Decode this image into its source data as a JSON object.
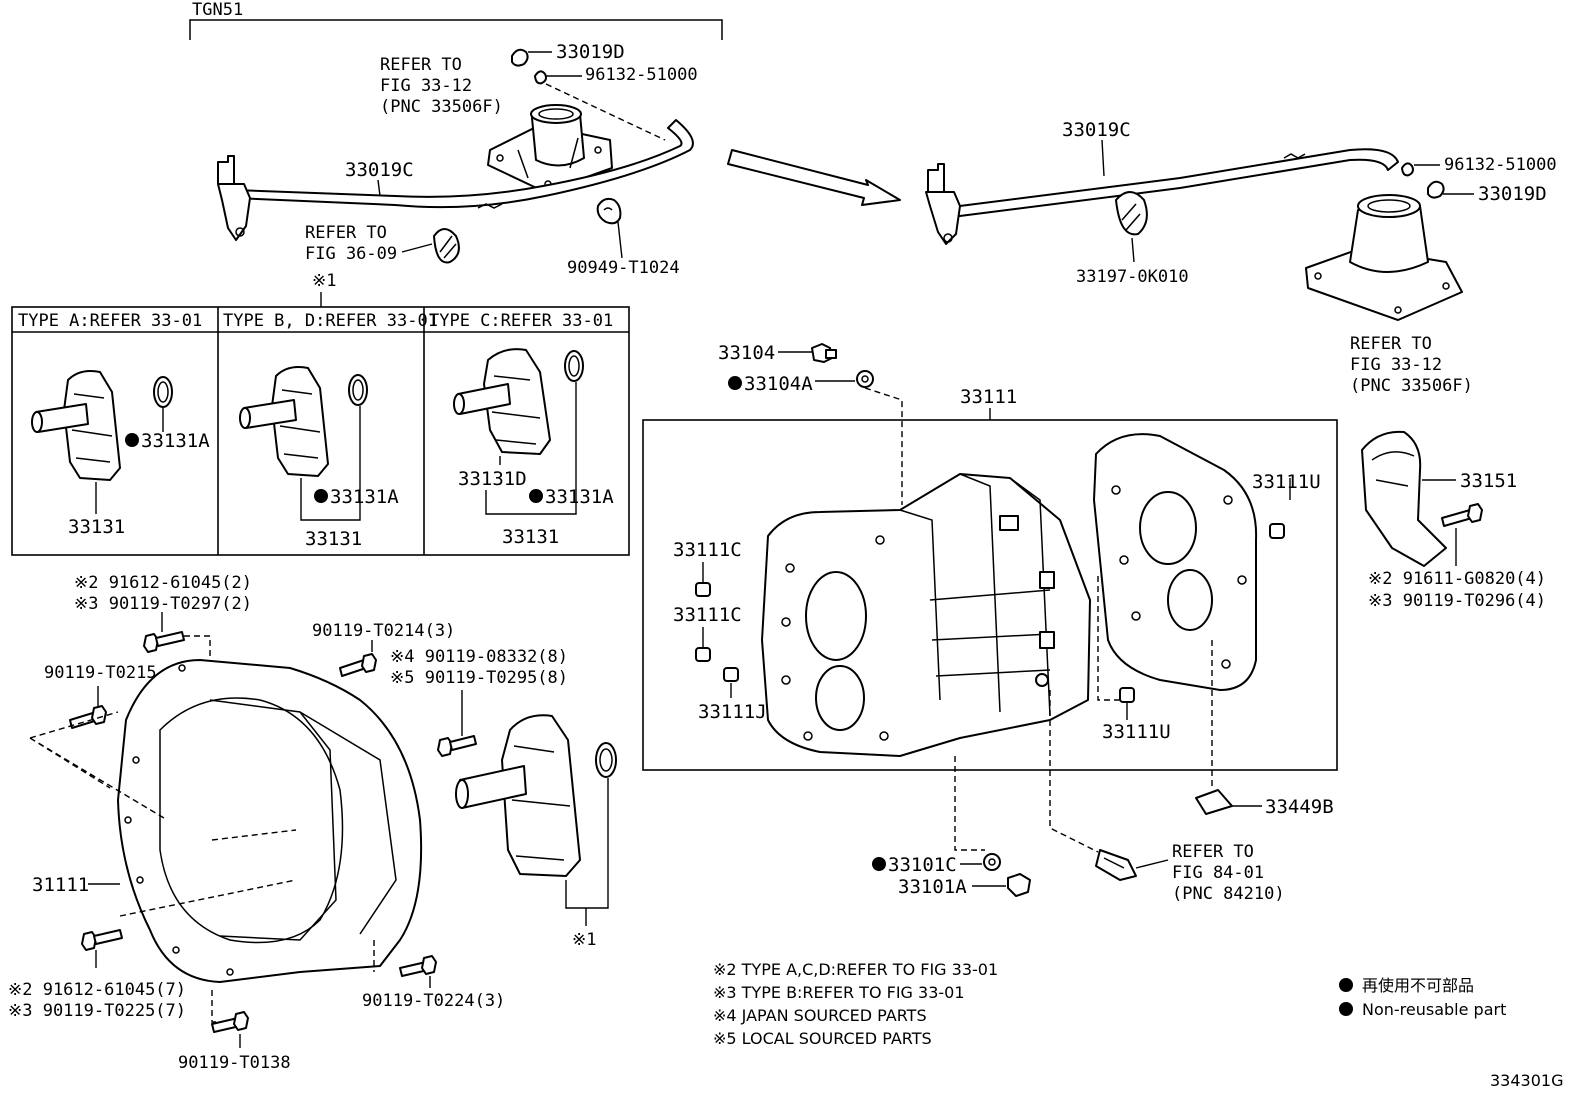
{
  "labels": {
    "tgn51": "TGN51",
    "p33019d_a": "33019D",
    "p96132_a": "96132-51000",
    "refer_33_12_a1": "REFER TO",
    "refer_33_12_a2": "FIG 33-12",
    "refer_33_12_a3": "(PNC 33506F)",
    "p33019c_a": "33019C",
    "refer_36_09_1": "REFER TO",
    "refer_36_09_2": "FIG 36-09",
    "p90949": "90949-T1024",
    "note1_a": "※1",
    "p33019c_b": "33019C",
    "p96132_b": "96132-51000",
    "p33019d_b": "33019D",
    "p33197": "33197-0K010",
    "refer_33_12_b1": "REFER TO",
    "refer_33_12_b2": "FIG 33-12",
    "refer_33_12_b3": "(PNC 33506F)",
    "type_a": "TYPE  A:REFER  33-01",
    "type_bd": "TYPE  B, D:REFER  33-01",
    "type_c": "TYPE  C:REFER  33-01",
    "p33131a_1": "33131A",
    "p33131_1": "33131",
    "p33131a_2": "33131A",
    "p33131_2": "33131",
    "p33131d": "33131D",
    "p33131a_3": "33131A",
    "p33131_3": "33131",
    "p33104": "33104",
    "p33104a": "33104A",
    "p33111": "33111",
    "p33111u_1": "33111U",
    "p33111c_1": "33111C",
    "p33111c_2": "33111C",
    "p33111j": "33111J",
    "p33111u_2": "33111U",
    "p33151": "33151",
    "p291611": "※2 91611-G0820(4)",
    "p390119_t0296": "※3 90119-T0296(4)",
    "p291612_2": "※2 91612-61045(2)",
    "p390119_t0297": "※3 90119-T0297(2)",
    "p90119_t0214": "90119-T0214(3)",
    "p90119_t0215": "90119-T0215",
    "p490119_08332": "※4 90119-08332(8)",
    "p590119_t0295": "※5 90119-T0295(8)",
    "p31111": "31111",
    "note1_b": "※1",
    "p291612_7": "※2 91612-61045(7)",
    "p390119_t0225": "※3 90119-T0225(7)",
    "p90119_t0224": "90119-T0224(3)",
    "p90119_t0138": "90119-T0138",
    "p33449b": "33449B",
    "refer_84_01_1": "REFER TO",
    "refer_84_01_2": "FIG 84-01",
    "refer_84_01_3": "(PNC 84210)",
    "p33101c": "33101C",
    "p33101a": "33101A"
  },
  "footnotes": [
    "※2 TYPE A,C,D:REFER TO FIG 33-01",
    "※3 TYPE B:REFER TO FIG 33-01",
    "※4 JAPAN SOURCED PARTS",
    "※5 LOCAL SOURCED PARTS"
  ],
  "legend": {
    "jp": "再使用不可部品",
    "en": "Non-reusable part"
  },
  "figure_id": "334301G"
}
